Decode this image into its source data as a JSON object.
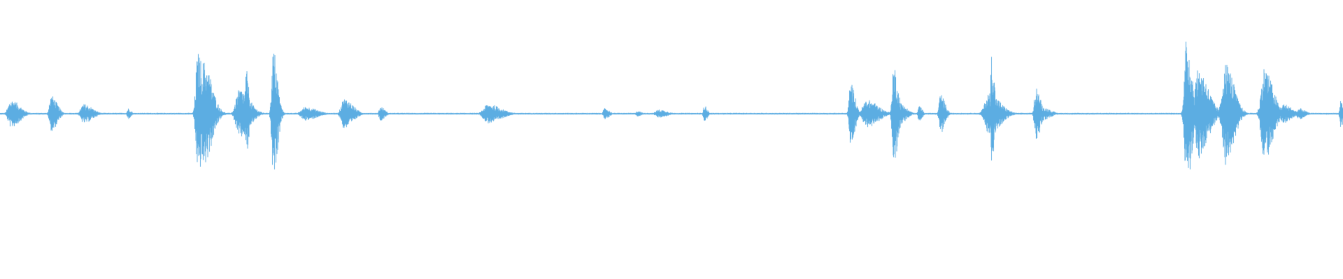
{
  "waveform": {
    "color": "#5dade2",
    "baseline_amplitude": 0.006,
    "bursts": [
      {
        "t": 0.008,
        "amp": 0.1,
        "width": 0.006
      },
      {
        "t": 0.038,
        "amp": 0.13,
        "width": 0.004
      },
      {
        "t": 0.062,
        "amp": 0.07,
        "width": 0.006
      },
      {
        "t": 0.095,
        "amp": 0.04,
        "width": 0.002
      },
      {
        "t": 0.147,
        "amp": 0.44,
        "width": 0.004
      },
      {
        "t": 0.151,
        "amp": 0.38,
        "width": 0.006
      },
      {
        "t": 0.178,
        "amp": 0.18,
        "width": 0.007
      },
      {
        "t": 0.183,
        "amp": 0.31,
        "width": 0.002
      },
      {
        "t": 0.203,
        "amp": 0.47,
        "width": 0.003
      },
      {
        "t": 0.227,
        "amp": 0.05,
        "width": 0.008
      },
      {
        "t": 0.256,
        "amp": 0.11,
        "width": 0.006
      },
      {
        "t": 0.283,
        "amp": 0.05,
        "width": 0.003
      },
      {
        "t": 0.363,
        "amp": 0.07,
        "width": 0.009
      },
      {
        "t": 0.45,
        "amp": 0.04,
        "width": 0.003
      },
      {
        "t": 0.474,
        "amp": 0.02,
        "width": 0.003
      },
      {
        "t": 0.49,
        "amp": 0.03,
        "width": 0.006
      },
      {
        "t": 0.524,
        "amp": 0.06,
        "width": 0.002
      },
      {
        "t": 0.633,
        "amp": 0.22,
        "width": 0.003
      },
      {
        "t": 0.645,
        "amp": 0.1,
        "width": 0.008
      },
      {
        "t": 0.665,
        "amp": 0.36,
        "width": 0.003
      },
      {
        "t": 0.669,
        "amp": 0.08,
        "width": 0.005
      },
      {
        "t": 0.684,
        "amp": 0.06,
        "width": 0.002
      },
      {
        "t": 0.7,
        "amp": 0.14,
        "width": 0.003
      },
      {
        "t": 0.736,
        "amp": 0.15,
        "width": 0.008
      },
      {
        "t": 0.738,
        "amp": 0.44,
        "width": 0.002
      },
      {
        "t": 0.771,
        "amp": 0.2,
        "width": 0.003
      },
      {
        "t": 0.775,
        "amp": 0.05,
        "width": 0.006
      },
      {
        "t": 0.883,
        "amp": 0.53,
        "width": 0.004
      },
      {
        "t": 0.892,
        "amp": 0.33,
        "width": 0.007
      },
      {
        "t": 0.912,
        "amp": 0.37,
        "width": 0.006
      },
      {
        "t": 0.921,
        "amp": 0.03,
        "width": 0.004
      },
      {
        "t": 0.941,
        "amp": 0.34,
        "width": 0.006
      },
      {
        "t": 0.955,
        "amp": 0.07,
        "width": 0.006
      },
      {
        "t": 0.967,
        "amp": 0.04,
        "width": 0.004
      },
      {
        "t": 0.998,
        "amp": 0.1,
        "width": 0.002
      }
    ]
  }
}
